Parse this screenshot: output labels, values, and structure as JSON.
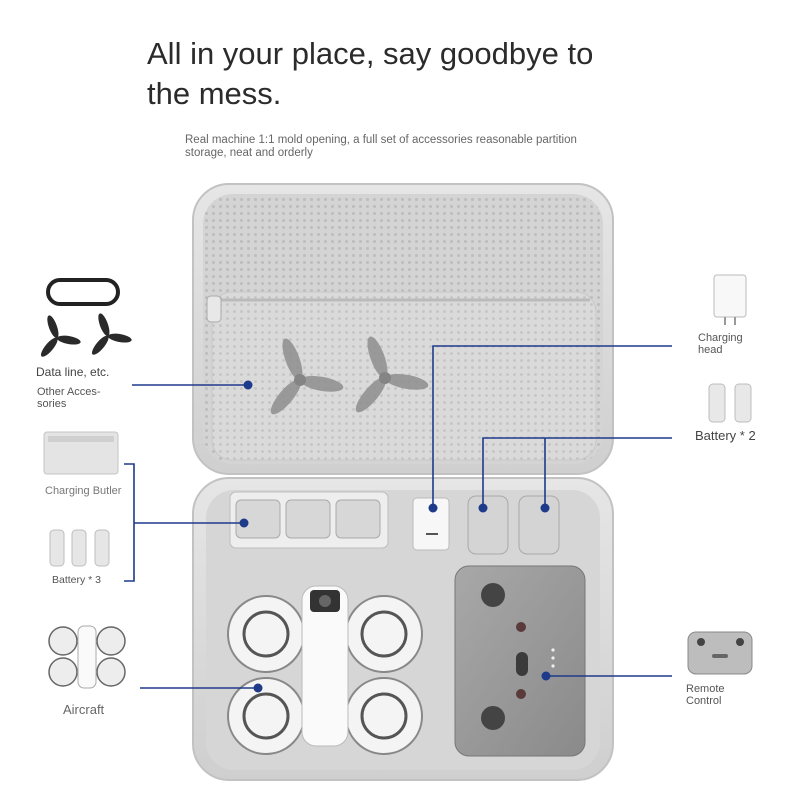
{
  "headline": {
    "line1": "All in your place, say goodbye to",
    "line2": "the mess."
  },
  "subheadline": {
    "line1": "Real machine 1:1 mold opening, a full set of accessories reasonable partition",
    "line2": "storage, neat and orderly"
  },
  "labels": {
    "data_line": "Data line, etc.",
    "other_accessories_1": "Other Acces-",
    "other_accessories_2": "sories",
    "charging_butler": "Charging Butler",
    "battery_x3": "Battery * 3",
    "aircraft": "Aircraft",
    "charging_head_1": "Charging",
    "charging_head_2": "head",
    "battery_x2": "Battery * 2",
    "remote_control_1": "Remote",
    "remote_control_2": "Control"
  },
  "colors": {
    "callout_line": "#1e3a8a",
    "case_shell": "#dcdcdc",
    "case_mesh": "#c9c9c9",
    "product_white": "#f2f2f2",
    "controller_grey": "#9a9a9a"
  },
  "icons": [
    "cable-icon",
    "propeller-icon",
    "charging-hub-icon",
    "battery-icon",
    "drone-icon",
    "charger-icon",
    "remote-controller-icon"
  ]
}
